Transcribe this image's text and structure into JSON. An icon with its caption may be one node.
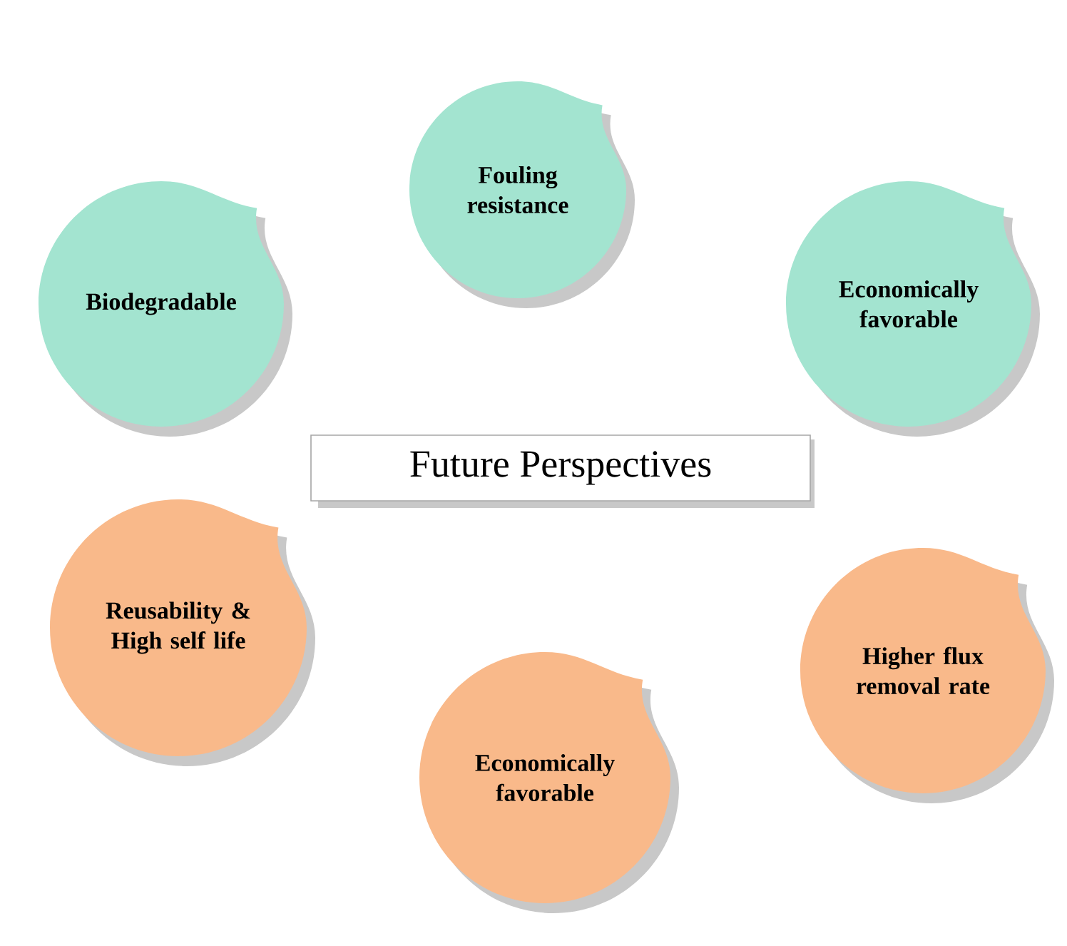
{
  "diagram": {
    "nodes": [
      {
        "text": [
          "Fouling resistance"
        ]
      },
      {
        "text": [
          "Biodegradable"
        ]
      },
      {
        "text": [
          "Economically favorable"
        ]
      },
      {
        "text": [
          "Future Perspectives"
        ]
      },
      {
        "text": [
          "Reusability & High self life"
        ]
      },
      {
        "text": [
          "Higher flux removal rate"
        ]
      },
      {
        "text": [
          "Economically favorable"
        ]
      }
    ]
  }
}
